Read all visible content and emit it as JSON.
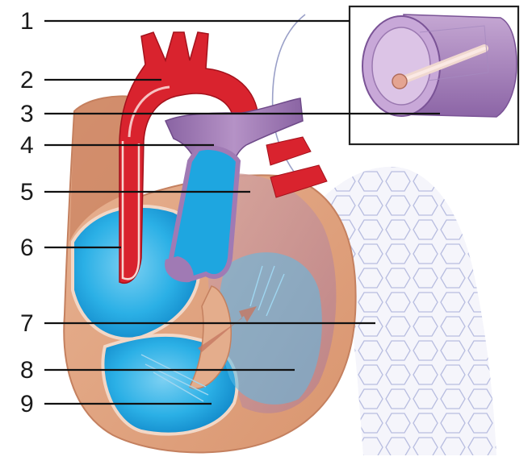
{
  "labels": [
    {
      "number": "1"
    },
    {
      "number": "2"
    },
    {
      "number": "3"
    },
    {
      "number": "4"
    },
    {
      "number": "5"
    },
    {
      "number": "6"
    },
    {
      "number": "7"
    },
    {
      "number": "8"
    },
    {
      "number": "9"
    }
  ],
  "colors": {
    "aorta_red": "#d9232e",
    "aorta_dark": "#a3121c",
    "muscle_tan": "#e4ad8c",
    "muscle_shadow": "#c97f5c",
    "blood_blue": "#1ea6e0",
    "vein_purple": "#a07ab4",
    "lung_outline": "#9aa0c8",
    "inset_border": "#222222"
  }
}
